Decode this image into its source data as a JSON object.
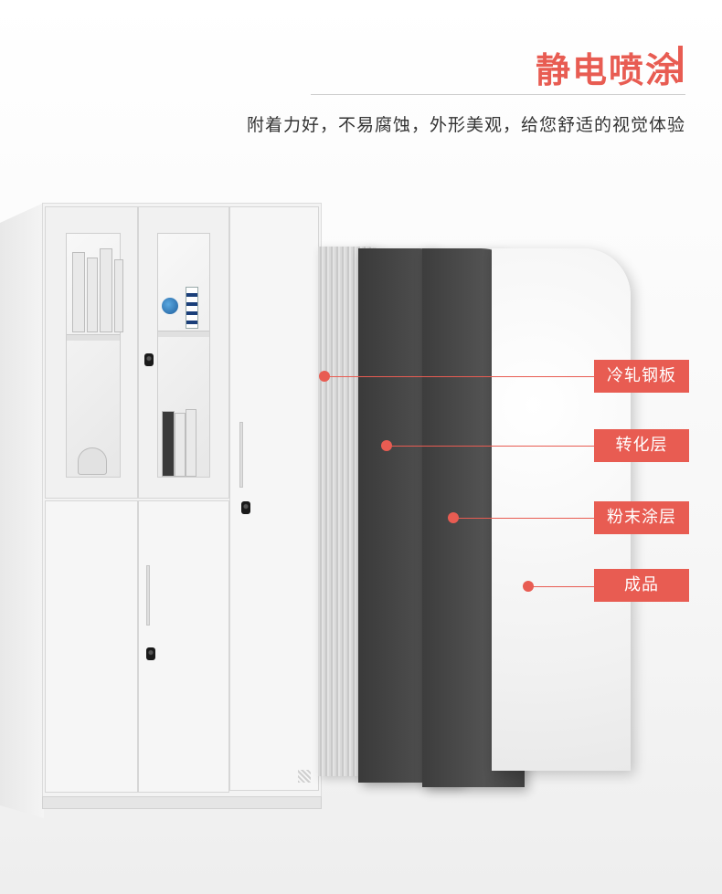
{
  "header": {
    "title": "静电喷涂",
    "subtitle": "附着力好，不易腐蚀，外形美观，给您舒适的视觉体验"
  },
  "callouts": [
    {
      "label": "冷轧钢板"
    },
    {
      "label": "转化层"
    },
    {
      "label": "粉末涂层"
    },
    {
      "label": "成品"
    }
  ],
  "colors": {
    "accent": "#e85c52",
    "text": "#333333"
  }
}
